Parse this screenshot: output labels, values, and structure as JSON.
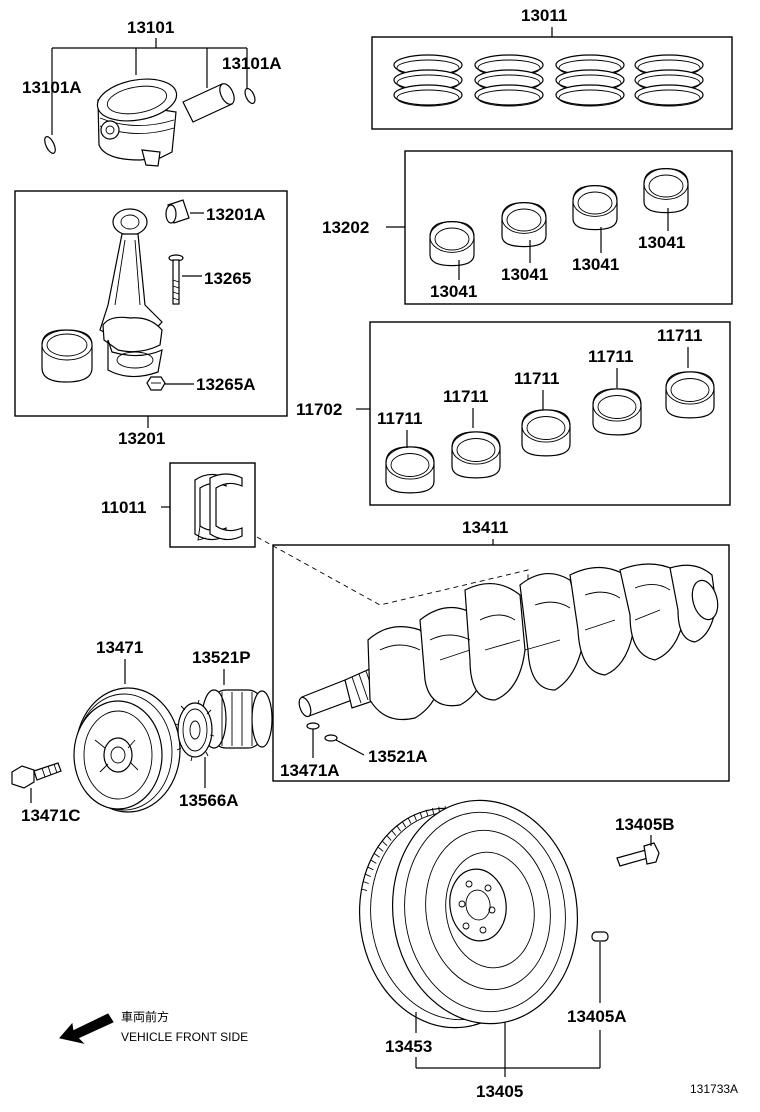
{
  "labels": {
    "piston_set": "13101",
    "snap_ring_left": "13101A",
    "snap_ring_right": "13101A",
    "ring_set": "13011",
    "bushing": "13201A",
    "rod_bolt": "13265",
    "rod_nut": "13265A",
    "conrod": "13201",
    "rod_bearing_set": "13202",
    "rod_bearing_1": "13041",
    "rod_bearing_2": "13041",
    "rod_bearing_3": "13041",
    "rod_bearing_4": "13041",
    "main_bearing_set": "11702",
    "main_bearing_1": "11711",
    "main_bearing_2": "11711",
    "main_bearing_3": "11711",
    "main_bearing_4": "11711",
    "main_bearing_5": "11711",
    "thrust_washer": "11011",
    "crankshaft": "13411",
    "pulley": "13471",
    "pulley_bolt": "13471C",
    "oil_pump_gear": "13521P",
    "timing_gear": "13566A",
    "key_a": "13471A",
    "key_b": "13521A",
    "flywheel_bolt": "13405B",
    "flywheel_pin": "13405A",
    "ring_gear": "13453",
    "flywheel": "13405"
  },
  "direction": {
    "japanese": "車両前方",
    "english": "VEHICLE FRONT SIDE"
  },
  "figure_id": "131733A"
}
